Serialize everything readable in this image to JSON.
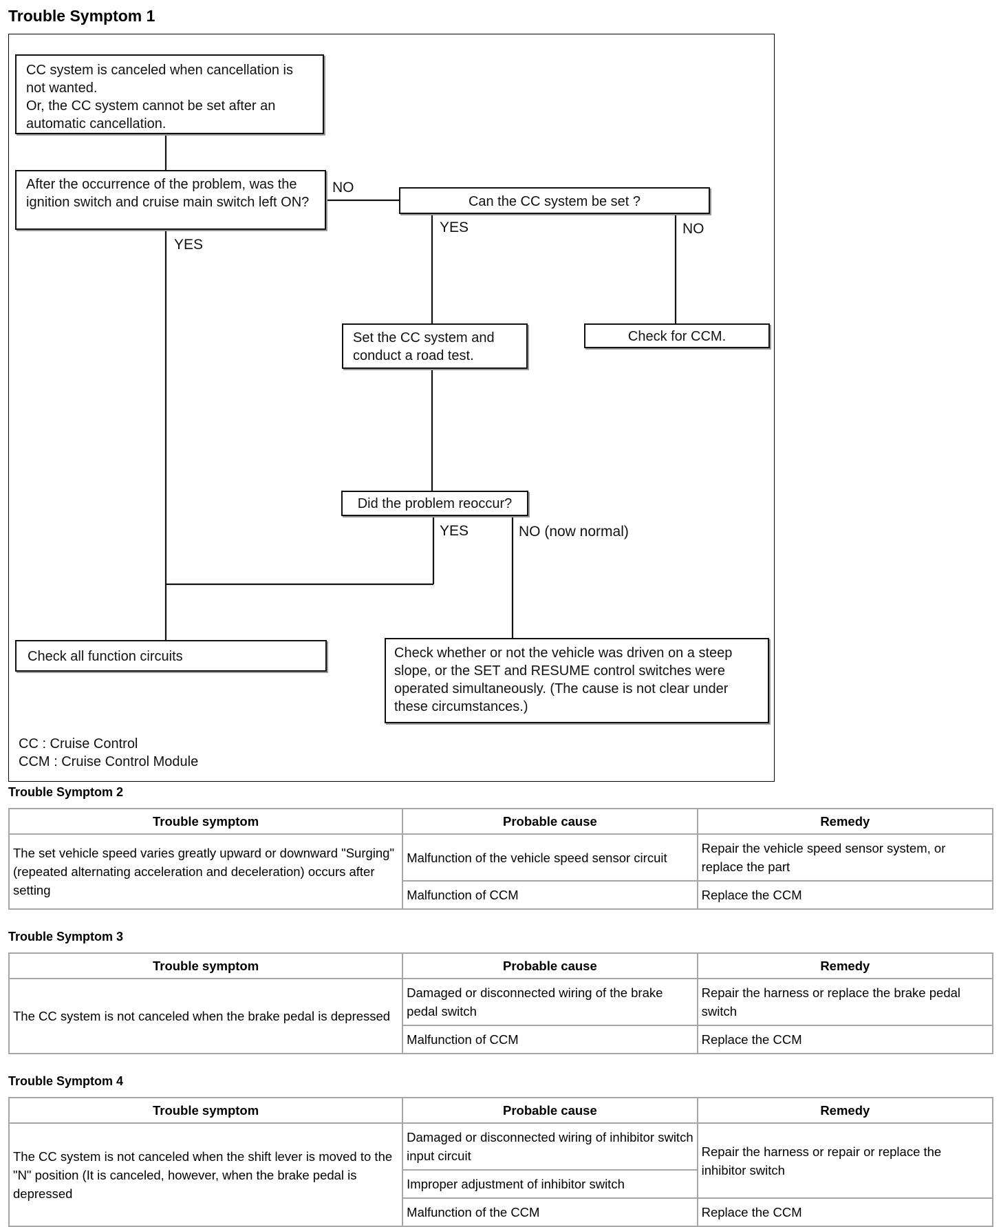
{
  "symptom1": {
    "title": "Trouble Symptom 1",
    "flowchart": {
      "start": "CC system is canceled when cancellation is not wanted.\nOr, the CC system cannot be set after an automatic cancellation.",
      "q_ignition": "After the occurrence of the problem, was the ignition switch and cruise main switch left ON?",
      "q_can_set": "Can the CC system be set ?",
      "set_test": "Set the CC system and conduct a road test.",
      "check_ccm": "Check for CCM.",
      "q_reoccur": "Did the problem reoccur?",
      "check_all": "Check all function circuits",
      "check_slope": "Check whether or not the vehicle was driven on a steep slope, or the SET and RESUME control switches were operated simultaneously. (The cause is not clear under these circumstances.)",
      "labels": {
        "no_1": "NO",
        "yes_1": "YES",
        "yes_2": "YES",
        "no_2": "NO",
        "yes_3": "YES",
        "no_normal": "NO (now normal)"
      },
      "legend": {
        "cc": "CC : Cruise Control",
        "ccm": "CCM : Cruise Control Module"
      }
    }
  },
  "headers": {
    "symptom": "Trouble symptom",
    "cause": "Probable cause",
    "remedy": "Remedy"
  },
  "symptom2": {
    "title": "Trouble Symptom 2",
    "symptom": "The set vehicle speed varies greatly upward or downward \"Surging\" (repeated alternating acceleration and deceleration) occurs after setting",
    "rows": [
      {
        "cause": "Malfunction of the vehicle speed sensor circuit",
        "remedy": "Repair the vehicle speed sensor system, or replace the part"
      },
      {
        "cause": "Malfunction of CCM",
        "remedy": "Replace the CCM"
      }
    ]
  },
  "symptom3": {
    "title": "Trouble Symptom 3",
    "symptom": "The CC system is not canceled when the brake pedal is depressed",
    "rows": [
      {
        "cause": "Damaged or disconnected wiring of the brake pedal switch",
        "remedy": "Repair the harness or replace the brake pedal switch"
      },
      {
        "cause": "Malfunction of CCM",
        "remedy": "Replace the CCM"
      }
    ]
  },
  "symptom4": {
    "title": "Trouble Symptom 4",
    "symptom": "The CC system is not canceled when the shift lever is moved to the \"N\" position (It is canceled, however, when the brake pedal is depressed",
    "rows": [
      {
        "cause": "Damaged or disconnected wiring of inhibitor switch input circuit"
      },
      {
        "cause": "Improper adjustment of inhibitor switch"
      },
      {
        "cause": "Malfunction of the CCM",
        "remedy": "Replace the CCM"
      }
    ],
    "remedy_shared": "Repair the harness or repair or replace the inhibitor switch"
  }
}
